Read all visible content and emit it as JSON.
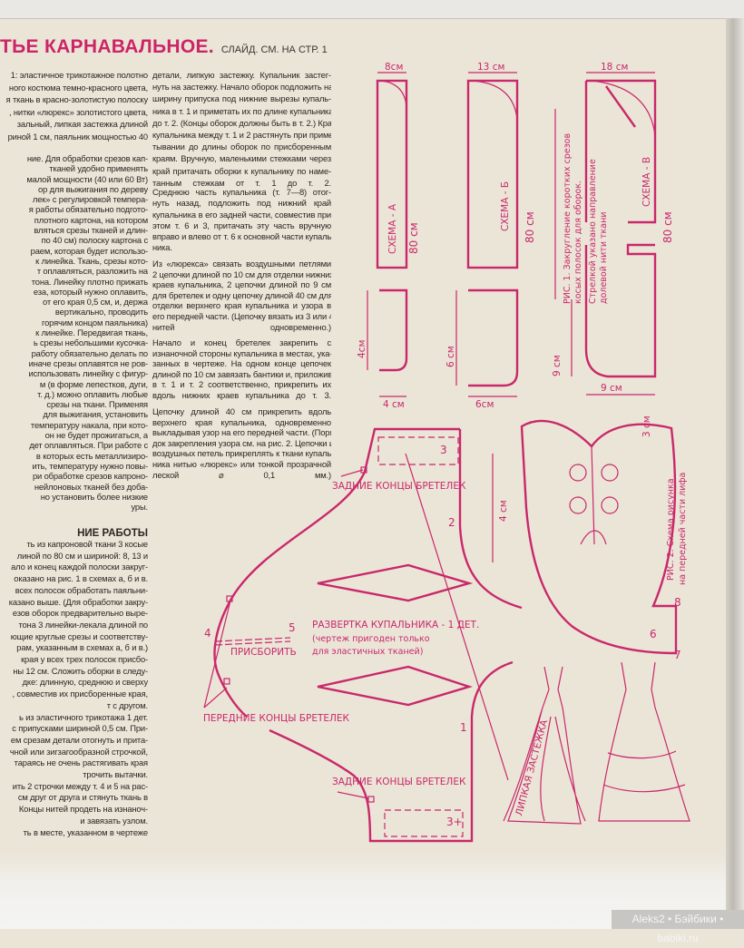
{
  "header": {
    "title": "ТЬЕ КАРНАВАЛЬНОЕ.",
    "subtitle": "СЛАЙД. СМ. НА СТР. 1"
  },
  "left_column": {
    "p1": [
      "1: эластичное трикотажное полотно",
      "ного костюма темно-красного цвета,",
      "я ткань в красно-золотистую полоску",
      ", нитки «люрекс» золотистого цвета,",
      "зальный, липкая застежка длиной",
      "риной 1 см, паяльник мощностью 40"
    ],
    "p2": [
      "ние. Для обработки срезов кап-",
      "тканей удобно применять",
      "малой мощности (40 или 60 Вт)",
      "ор для выжигания по дереву",
      "лек» с регулировкой темпера-",
      "я работы обязательно подгото-",
      "плотного картона, на котором",
      "вляться срезы тканей и длин-",
      "по 40 см) полоску картона с",
      "раем, которая будет использо-",
      "к линейка. Ткань, срезы кото-",
      "т оплавляться, разложить на",
      "тона. Линейку плотно прижать",
      "еза, который нужно оплавить,",
      "от его края 0,5 см, и, держа",
      "вертикально, проводить",
      "горячим концом паяльника)",
      "к линейке. Передвигая ткань,",
      "ь срезы небольшими кусочка-",
      "работу обязательно делать по",
      "иначе срезы оплавятся не ров-",
      "использовать линейку с фигур-",
      "м (в форме лепестков, дуги,",
      "т. д.) можно оплавить любые",
      "срезы на ткани. Применяя",
      "для выжигания, установить",
      "температуру накала, при кото-",
      "он не будет прожигаться, а",
      "дет оплавляться. При работе с",
      "в которых есть металлизиро-",
      "ить, температуру нужно повы-",
      "ри обработке срезов капроно-",
      "нейлоновых тканей без доба-",
      "но установить более низкие",
      "уры."
    ],
    "section_title": "НИЕ РАБОТЫ",
    "p3": [
      "ть из капроновой ткани 3 косые",
      "линой по 80 см и шириной: 8, 13 и",
      "ало и конец каждой полоски закруг-",
      "оказано на рис. 1 в схемах а, б и в.",
      "всех полосок обработать паяльни-",
      "казано выше. (Для обработки закру-",
      "езов оборок предварительно выре-",
      "тона 3 линейки-лекала длиной по",
      "ющие круглые срезы и соответству-",
      "рам, указанным в схемах а, б и в.)",
      "края у всех трех полосок присбо-",
      "ны 12 см. Сложить оборки в следу-",
      "дке: длинную, среднюю и сверху",
      ", совместив их присборенные края,",
      "т с другом.",
      "ь из эластичного трикотажа 1 дет.",
      "с припусками шириной 0,5 см. При-",
      "ем срезам детали отогнуть и прита-",
      "чной или зигзагообразной строчкой,",
      "тараясь не очень растягивать края",
      "трочить вытачки.",
      "ить 2 строчки между т. 4 и 5 на рас-",
      "см друг от друга и стянуть ткань в",
      "Концы нитей продеть на изнаноч-",
      "и завязать узлом.",
      "ть в месте, указанном в чертеже"
    ]
  },
  "middle_column": {
    "p1": [
      "детали, липкую застежку. Купальник застег-",
      "нуть на застежку. Начало оборок подложить на",
      "ширину припуска под нижние вырезы купаль-",
      "ника в т. 1 и приметать их по длине купальника",
      "до т. 2. (Концы оборок должны быть в т. 2.) Края",
      "купальника между т. 1 и 2 растянуть при приме-",
      "тывании до длины оборок по присборенным",
      "краям. Вручную, маленькими стежками через",
      "край притачать оборки к купальнику по наме-",
      "танным стежкам от т. 1 до т. 2."
    ],
    "p2": [
      "    Среднюю часть купальника (т. 7—8) отог-",
      "нуть назад, подложить под нижний край",
      "купальника в его задней части, совместив при",
      "этом т. 6 и 3, притачать эту часть вручную",
      "вправо и влево от т. 6 к основной части купаль-",
      "ника."
    ],
    "p3": [
      "    Из «люрекса» связать воздушными петлями",
      "2 цепочки длиной по 10 см для отделки нижних",
      "краев купальника, 2 цепочки длиной по 9 см",
      "для бретелек и одну цепочку длиной 40 см для",
      "отделки верхнего края купальника и узора в",
      "его передней части. (Цепочку вязать из 3 или 4",
      "нитей одновременно.)"
    ],
    "p4": [
      "    Начало и конец бретелек закрепить с",
      "изнаночной стороны купальника в местах, ука-",
      "занных в чертеже. На одном конце цепочек",
      "длиной по 10 см завязать бантики и, приложив",
      "в т. 1 и т. 2 соответственно, прикрепить их",
      "вдоль нижних краев купальника до т. 3."
    ],
    "p5": [
      "    Цепочку длиной 40 см прикрепить вдоль",
      "верхнего края купальника, одновременно",
      "выкладывая узор на его передней части. (Поря-",
      "док закрепления узора см. на рис. 2. Цепочки из",
      "воздушных петель прикреплять к ткани купаль-",
      "ника нитью «люрекс» или тонкой прозрачной",
      "леской ⌀ 0,1 мм.)"
    ]
  },
  "figure1": {
    "schema_a": {
      "label": "СХЕМА - А",
      "length": "80 см",
      "width": "8см",
      "end_height": "4см",
      "end_width": "4 см"
    },
    "schema_b": {
      "label": "СХЕМА - Б",
      "length": "80 см",
      "width": "13 см",
      "end_height": "6 см",
      "end_width": "6см"
    },
    "schema_c": {
      "label": "СХЕМА - В",
      "length": "80 см",
      "width": "18 см",
      "end_height": "9 см",
      "end_width": "9 см"
    },
    "caption": [
      "РИС. 1. Закругление коротких срезов",
      "косых полосок для оборок.",
      "Стрелкой указано направление",
      "долевой нити ткани"
    ]
  },
  "pattern": {
    "title": "РАЗВЕРТКА КУПАЛЬНИКА - 1 ДЕТ.",
    "note1": "(чертеж пригоден только",
    "note2": "для эластичных тканей)",
    "back_straps_top": "ЗАДНИЕ КОНЦЫ БРЕТЕЛЕК",
    "back_straps_bottom": "ЗАДНИЕ КОНЦЫ БРЕТЕЛЕК",
    "front_straps": "ПЕРЕДНИЕ КОНЦЫ БРЕТЕЛЕК",
    "gather": "ПРИСБОРИТЬ",
    "closure": "ЛИПКАЯ ЗАСТЕЖКА",
    "points": {
      "p1": "1",
      "p2": "2",
      "p3_top": "3",
      "p3_bottom": "3+",
      "p4": "4",
      "p5": "5"
    }
  },
  "figure2": {
    "caption": [
      "РИС. 2. Схема рисунка",
      "на передней части лифа"
    ],
    "height": "4 см",
    "top": "3 см",
    "points": {
      "p6": "6",
      "p7": "7",
      "p8": "8"
    }
  },
  "watermark": "Aleks2 • Бэйбики • babiki.ru",
  "colors": {
    "accent": "#c9286a",
    "paper": "#ebe5d8",
    "text": "#2a2622"
  }
}
